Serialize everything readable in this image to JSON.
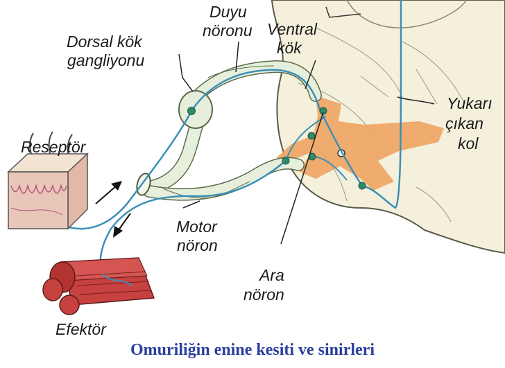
{
  "labels": {
    "duyu_noronu": [
      "Duyu",
      "nöronu"
    ],
    "dorsal_kok_gangliyonu": [
      "Dorsal kök",
      "gangliyonu"
    ],
    "ventral_kok": [
      "Ventral",
      "kök"
    ],
    "yukari_cikan_kol": [
      "Yukarı",
      "çıkan",
      "kol"
    ],
    "reseptor": "Reseptör",
    "motor_noron": [
      "Motor",
      "nöron"
    ],
    "ara_noron": [
      "Ara",
      "nöron"
    ],
    "efektor": "Efektör"
  },
  "caption": "Omuriliğin enine kesiti ve sinirleri",
  "colors": {
    "cord": "#f4f0dc",
    "grey_matter": "#f0a462",
    "nerve": "#e6efdc",
    "neuron_fiber": "#3a8fb7",
    "cell_body": "#2e8a6a",
    "muscle": "#c7413f",
    "skin": "#e8c6b8",
    "caption": "#2b3f9c"
  }
}
